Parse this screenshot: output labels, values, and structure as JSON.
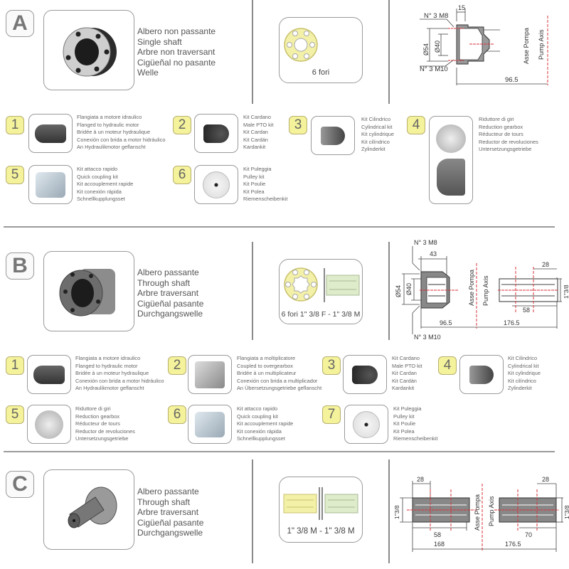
{
  "sections": [
    {
      "letter": "A",
      "description": [
        "Albero non passante",
        "Single shaft",
        "Arbre non traversant",
        "Cigüeñal no pasante",
        "Welle"
      ],
      "flange_caption": "6 fori",
      "drawing": {
        "bolts_top": "N° 3 M8",
        "bolts_bottom": "N° 3 M10",
        "dim_width": "15",
        "dim_outer_dia": "Ø54",
        "dim_inner_dia": "Ø40",
        "dim_to_axis": "96.5",
        "axis_it": "Asse Pompa",
        "axis_en": "Pump Axis"
      },
      "kits": [
        {
          "num": "1",
          "lines": [
            "Flangiata a motore idraulico",
            "Flanged to hydraulic motor",
            "Bridée à un moteur hydraulique",
            "Conexión con brida a motor hidráulico",
            "An Hydraulikmotor geflanscht"
          ],
          "icon": "hydraulic-motor"
        },
        {
          "num": "2",
          "lines": [
            "Kit Cardano",
            "Male PTO kit",
            "Kit Cardan",
            "Kit Cardán",
            "Kardankit"
          ],
          "icon": "cardan-kit"
        },
        {
          "num": "3",
          "lines": [
            "Kit Cilindrico",
            "Cylindrical kit",
            "Kit cylindrique",
            "Kit cilíndrico",
            "Zylinderkit"
          ],
          "icon": "cylindrical-kit"
        },
        {
          "num": "4",
          "lines": [
            "Riduttore di giri",
            "Reduction gearbox",
            "Réducteur de tours",
            "Reductor de revoluciones",
            "Untersetzungsgetriebe"
          ],
          "icon": "reduction-gearbox"
        },
        {
          "num": "5",
          "lines": [
            "Kit attacco rapido",
            "Quick coupling kit",
            "Kit accouplement rapide",
            "Kit conexión rápida",
            "Schnellkupplungsset"
          ],
          "icon": "quick-coupling"
        },
        {
          "num": "6",
          "lines": [
            "Kit Puleggia",
            "Pulley kit",
            "Kit Poulie",
            "Kit Polea",
            "Riemenscheibenkit"
          ],
          "icon": "pulley"
        }
      ]
    },
    {
      "letter": "B",
      "description": [
        "Albero passante",
        "Through shaft",
        "Arbre traversant",
        "Cigüeñal pasante",
        "Durchgangswelle"
      ],
      "flange_caption": "6 fori 1\" 3/8 F - 1\" 3/8 M",
      "drawing": {
        "bolts_top": "N° 3 M8",
        "bolts_bottom": "N° 3 M10",
        "dim_width": "43",
        "dim_outer_dia": "Ø54",
        "dim_inner_dia": "Ø40",
        "dim_left": "96.5",
        "dim_right": "176.5",
        "dim_spline": "28",
        "dim_spline_len": "58",
        "dim_shaft_dia": "1\"3/8",
        "axis_it": "Asse Pompa",
        "axis_en": "Pump Axis"
      },
      "kits": [
        {
          "num": "1",
          "lines": [
            "Flangiata a motore idraulico",
            "Flanged to hydraulic motor",
            "Bridée à un moteur hydraulique",
            "Conexión con brida a motor hidráulico",
            "An Hydraulikmotor geflanscht"
          ],
          "icon": "hydraulic-motor"
        },
        {
          "num": "2",
          "lines": [
            "Flangiata a moltiplicatore",
            "Coupled to overgearbox",
            "Bridée à un multiplicateur",
            "Conexión con brida a multiplicador",
            "An Übersetzungsgetriebe geflanscht"
          ],
          "icon": "overgearbox"
        },
        {
          "num": "3",
          "lines": [
            "Kit Cardano",
            "Male PTO kit",
            "Kit Cardan",
            "Kit Cardán",
            "Kardankit"
          ],
          "icon": "cardan-kit"
        },
        {
          "num": "4",
          "lines": [
            "Kit Cilindrico",
            "Cylindrical kit",
            "Kit cylindrique",
            "Kit cilíndrico",
            "Zylinderkit"
          ],
          "icon": "cylindrical-kit"
        },
        {
          "num": "5",
          "lines": [
            "Riduttore di giri",
            "Reduction gearbox",
            "Réducteur de tours",
            "Reductor de revoluciones",
            "Untersetzungsgetriebe"
          ],
          "icon": "reduction-gearbox"
        },
        {
          "num": "6",
          "lines": [
            "Kit attacco rapido",
            "Quick coupling kit",
            "Kit accouplement rapide",
            "Kit conexión rápida",
            "Schnellkupplungsset"
          ],
          "icon": "quick-coupling"
        },
        {
          "num": "7",
          "lines": [
            "Kit Puleggia",
            "Pulley kit",
            "Kit Poulie",
            "Kit Polea",
            "Riemenscheibenkit"
          ],
          "icon": "pulley"
        }
      ]
    },
    {
      "letter": "C",
      "description": [
        "Albero passante",
        "Through shaft",
        "Arbre traversant",
        "Cigüeñal pasante",
        "Durchgangswelle"
      ],
      "flange_caption": "1\" 3/8 M - 1\" 3/8 M",
      "drawing": {
        "dim_spline_left": "28",
        "dim_spline_right": "28",
        "dim_len_left": "58",
        "dim_len_right": "70",
        "dim_left": "168",
        "dim_right": "176.5",
        "dim_shaft_dia": "1\"3/8",
        "axis_it": "Asse Pompa",
        "axis_en": "Pump Axis"
      }
    }
  ],
  "colors": {
    "badge_fill": "#f4f29a",
    "flange_fill": "#f3f0a8",
    "shaft_green": "#dfeccb",
    "axis_red": "#d9323a",
    "frame_gray": "#9a9a9a"
  }
}
